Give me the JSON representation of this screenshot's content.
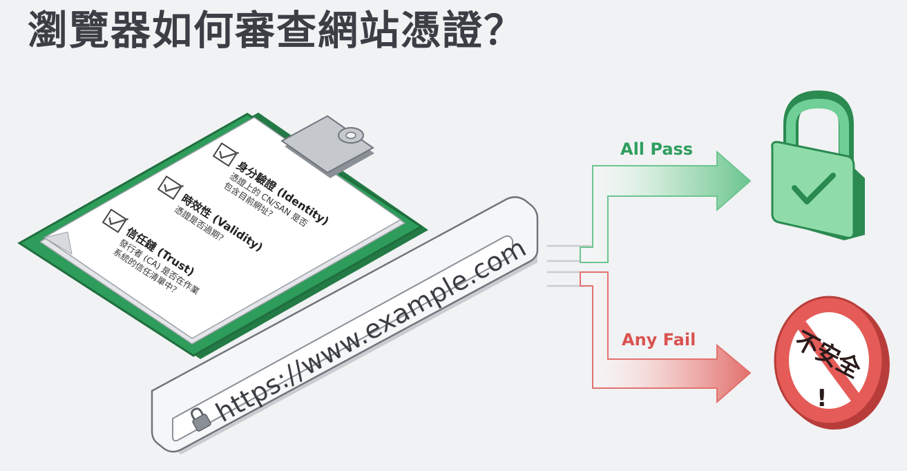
{
  "title": "瀏覽器如何審查網站憑證？",
  "checklist": [
    {
      "title": "身分驗證 (Identity)",
      "lines": [
        "憑證上的 CN/SAN 是否",
        "包含目前網址？"
      ]
    },
    {
      "title": "時效性 (Validity)",
      "lines": [
        "憑證是否過期？"
      ]
    },
    {
      "title": "信任鏈 (Trust)",
      "lines": [
        "發行者 (CA) 是否在作業",
        "系統的信任清單中？"
      ]
    }
  ],
  "address_bar": {
    "url": "https://www.example.com"
  },
  "outcomes": {
    "pass": {
      "label": "All Pass",
      "color": "#2f9e5f"
    },
    "fail": {
      "label": "Any Fail",
      "color": "#d9534f",
      "stamp_text": "不安全",
      "stamp_mark": "!"
    }
  },
  "colors": {
    "clipboard": "#2e9c5a",
    "lock": "#6fcf97",
    "fail_circle": "#e45b57"
  },
  "icons": [
    "checkbox-icon",
    "lock-icon",
    "padlock-check-icon",
    "prohibited-icon",
    "arrow-icon"
  ]
}
